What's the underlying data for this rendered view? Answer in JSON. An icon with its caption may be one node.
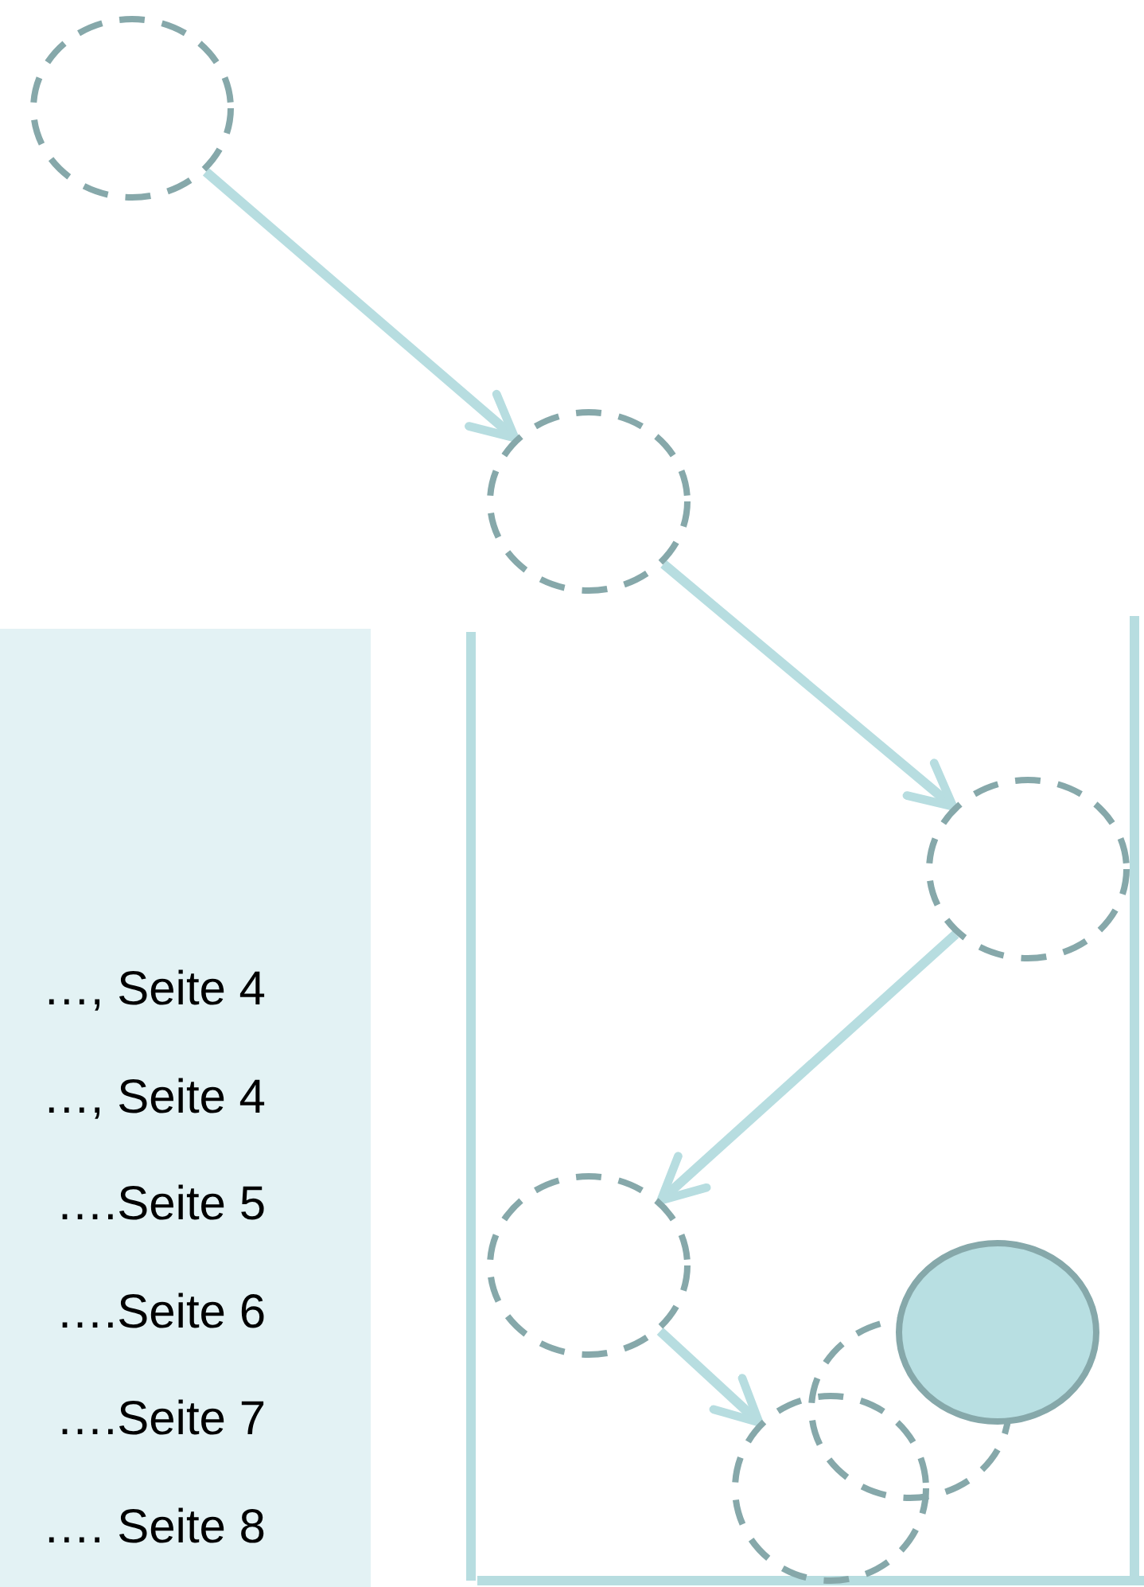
{
  "diagram": {
    "nodes": [
      {
        "text": [],
        "shape": "circle"
      },
      {
        "text": [],
        "shape": "circle"
      },
      {
        "text": [],
        "shape": "circle"
      },
      {
        "text": [],
        "shape": "circle"
      },
      {
        "text": [],
        "shape": "circle"
      },
      {
        "text": [],
        "shape": "circle"
      },
      {
        "text": [],
        "shape": "circle"
      }
    ],
    "edges": [
      {
        "from": 0,
        "to": 1,
        "arrow": "to"
      },
      {
        "from": 1,
        "to": 2,
        "arrow": "to"
      },
      {
        "from": 2,
        "to": 3,
        "arrow": "to"
      },
      {
        "from": 3,
        "to": 4,
        "arrow": "to"
      }
    ],
    "labels": [
      "…, Seite 4",
      "…, Seite 4",
      "….Seite 5",
      "….Seite 6",
      "….Seite 7",
      "…. Seite 8"
    ]
  }
}
